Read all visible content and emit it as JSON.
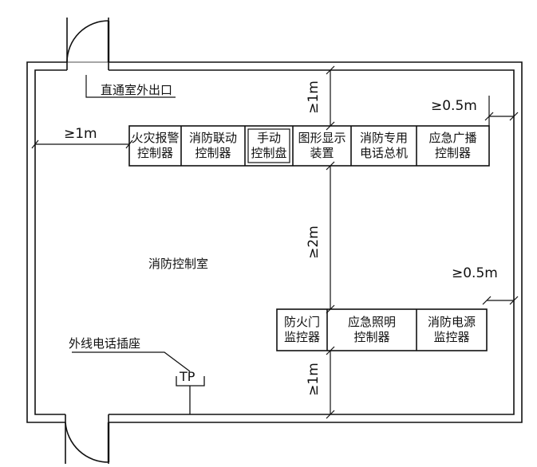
{
  "room_label": "消防控制室",
  "exit_label": "直通室外出口",
  "phone_socket_label": "外线电话插座",
  "tp_label": "TP",
  "top_row": [
    {
      "line1": "火灾报警",
      "line2": "控制器"
    },
    {
      "line1": "消防联动",
      "line2": "控制器"
    },
    {
      "line1": "手动",
      "line2": "控制盘"
    },
    {
      "line1": "图形显示",
      "line2": "装置"
    },
    {
      "line1": "消防专用",
      "line2": "电话总机"
    },
    {
      "line1": "应急广播",
      "line2": "控制器"
    }
  ],
  "bottom_row": [
    {
      "line1": "防火门",
      "line2": "监控器"
    },
    {
      "line1": "应急照明",
      "line2": "控制器"
    },
    {
      "line1": "消防电源",
      "line2": "监控器"
    }
  ],
  "dimensions": {
    "left_gap": "≥1m",
    "top_gap": "≥1m",
    "right_top_gap": "≥0.5m",
    "middle_gap": "≥2m",
    "right_bottom_gap": "≥0.5m",
    "bottom_gap": "≥1m"
  }
}
